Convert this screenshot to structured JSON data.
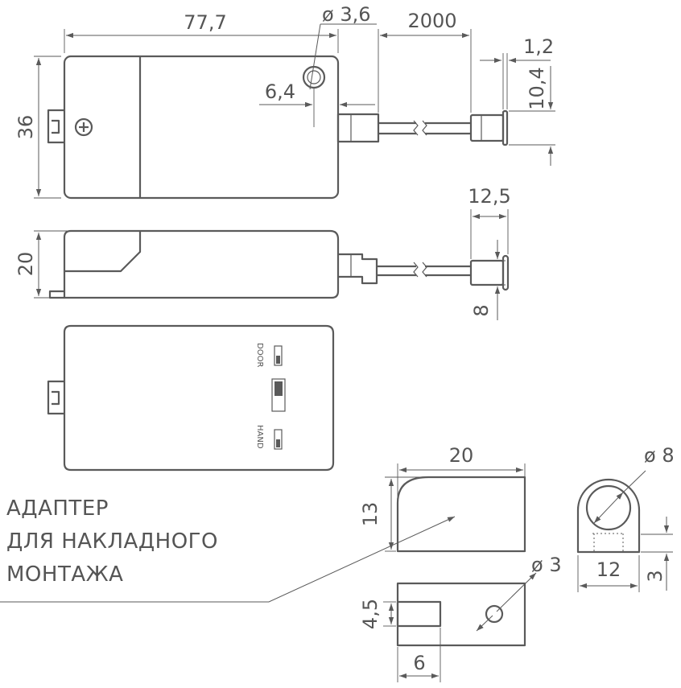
{
  "dimensions": {
    "length": "77,7",
    "hole_diameter": "ø 3,6",
    "cable_length": "2000",
    "cap_thickness": "1,2",
    "plug_height": "10,4",
    "hole_offset": "6,4",
    "height_top": "36",
    "depth_side": "20",
    "plug_length": "12,5",
    "plug_diameter": "8",
    "adapter_width": "20",
    "adapter_height": "13",
    "ring_diameter": "ø 8",
    "ring_width": "12",
    "ring_base": "3",
    "adapter_hole": "ø 3",
    "slot_height": "4,5",
    "slot_width": "6"
  },
  "switch_labels": {
    "door": "DOOR",
    "hand": "HAND"
  },
  "callout": {
    "line1": "АДАПТЕР",
    "line2": "ДЛЯ НАКЛАДНОГО",
    "line3": "МОНТАЖА"
  },
  "colors": {
    "line": "#5a5a5a",
    "background": "#ffffff"
  }
}
